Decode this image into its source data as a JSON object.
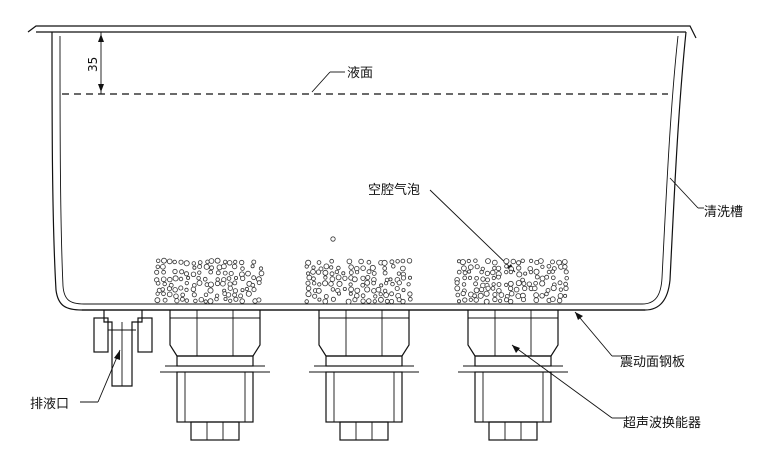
{
  "labels": {
    "depth_dimension": "35",
    "liquid_surface": "液面",
    "cavitation_bubbles": "空腔气泡",
    "cleaning_tank": "清洗槽",
    "vibration_plate": "震动面钢板",
    "drain_outlet": "排液口",
    "transducer": "超声波换能器"
  }
}
